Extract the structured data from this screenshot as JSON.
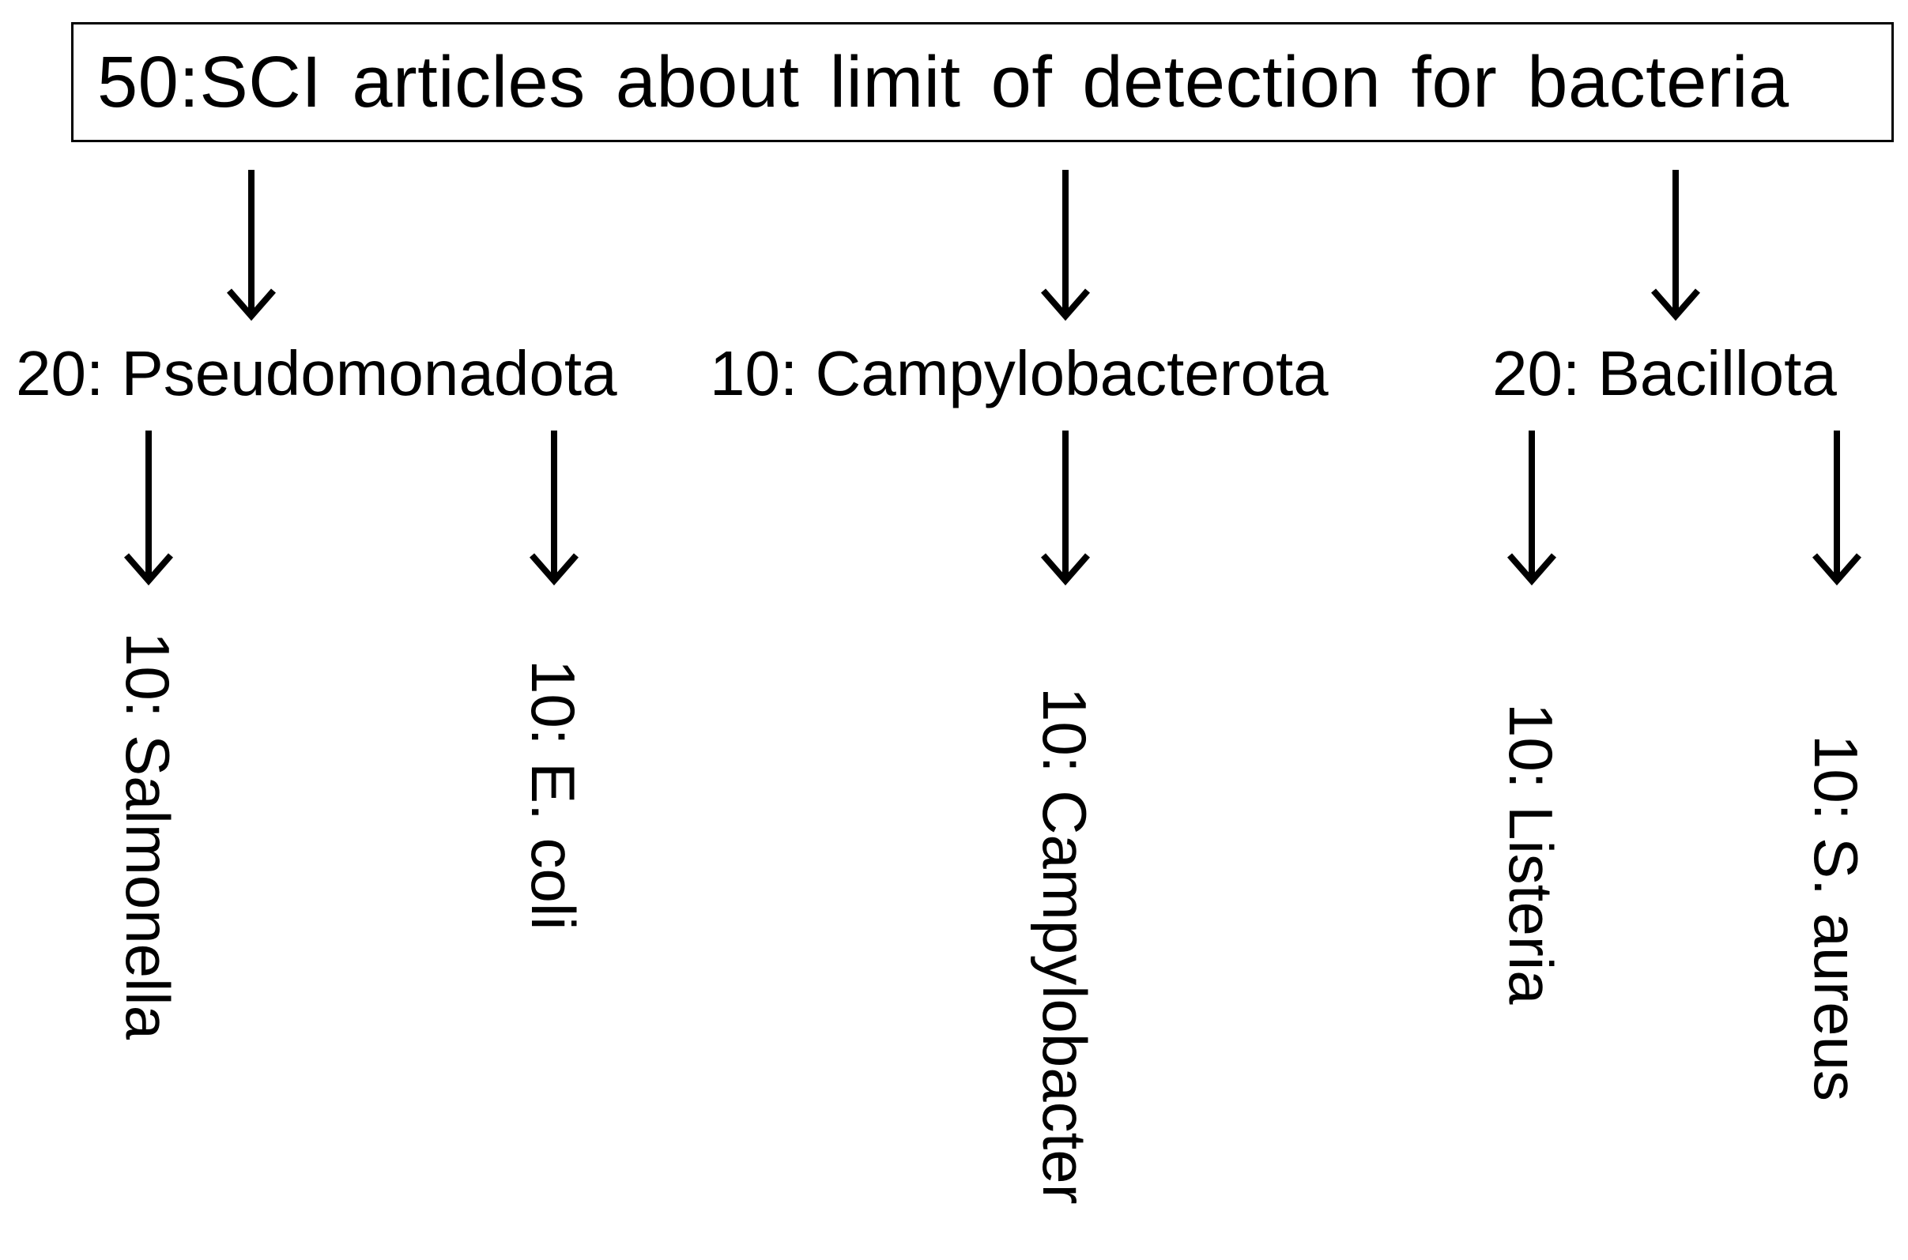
{
  "diagram": {
    "root": {
      "label": "50:SCI articles about limit of detection for bacteria"
    },
    "phyla": [
      {
        "id": "pseudomonadota",
        "label": "20: Pseudomonadota"
      },
      {
        "id": "campylobacterota",
        "label": "10: Campylobacterota"
      },
      {
        "id": "bacillota",
        "label": "20: Bacillota"
      }
    ],
    "genera": [
      {
        "id": "salmonella",
        "label": "10: Salmonella"
      },
      {
        "id": "e-coli",
        "label": "10: E. coli"
      },
      {
        "id": "campylobacter",
        "label": "10: Campylobacter"
      },
      {
        "id": "listeria",
        "label": "10: Listeria"
      },
      {
        "id": "s-aureus",
        "label": "10: S. aureus"
      }
    ],
    "colors": {
      "line": "#000000",
      "background": "#ffffff"
    }
  }
}
